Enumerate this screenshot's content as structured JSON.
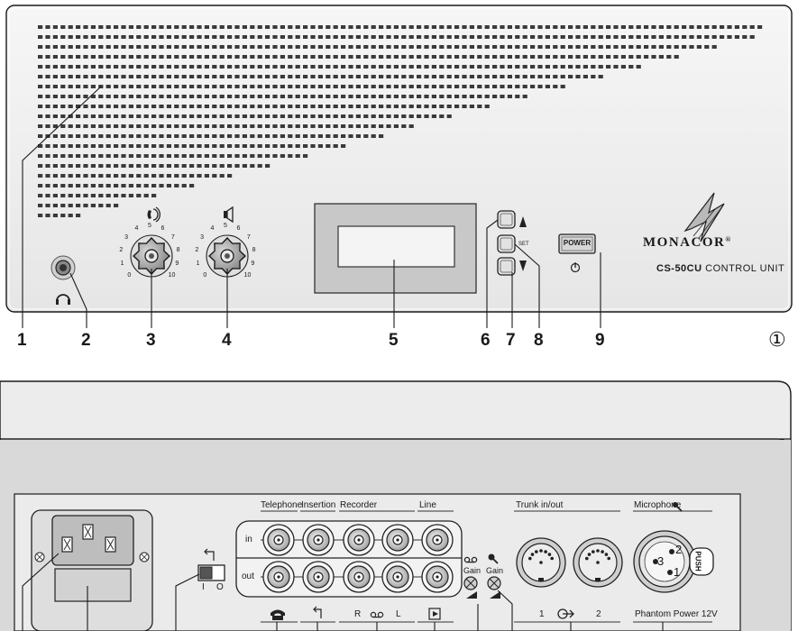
{
  "front_panel": {
    "brand": "MONACOR",
    "registered": "®",
    "model_bold": "CS-50CU",
    "model_rest": "CONTROL UNIT",
    "power_button": "POWER",
    "set_label": "SET",
    "figure_number": "①",
    "dial_scale": [
      "0",
      "1",
      "2",
      "3",
      "4",
      "5",
      "6",
      "7",
      "8",
      "9",
      "10"
    ],
    "callouts": [
      "1",
      "2",
      "3",
      "4",
      "5",
      "6",
      "7",
      "8",
      "9"
    ]
  },
  "rear_panel": {
    "labels": {
      "telephone": "Telephone",
      "insertion": "Insertion",
      "recorder": "Recorder",
      "line": "Line",
      "trunk": "Trunk in/out",
      "microphone": "Microphone",
      "in": "in",
      "out": "out",
      "gain1": "Gain",
      "gain2": "Gain",
      "switch_on": "I",
      "switch_off": "O",
      "rec_r": "R",
      "rec_l": "L",
      "trunk_1": "1",
      "trunk_2": "2",
      "phantom": "Phantom Power 12V",
      "push": "PUSH",
      "xlr_1": "1",
      "xlr_2": "2",
      "xlr_3": "3"
    }
  },
  "colors": {
    "panel": "#efefef",
    "panel_dark": "#c8c8c8",
    "outline": "#1a1a1a",
    "grille": "#3a3a3a",
    "display": "#c4c4c4"
  }
}
